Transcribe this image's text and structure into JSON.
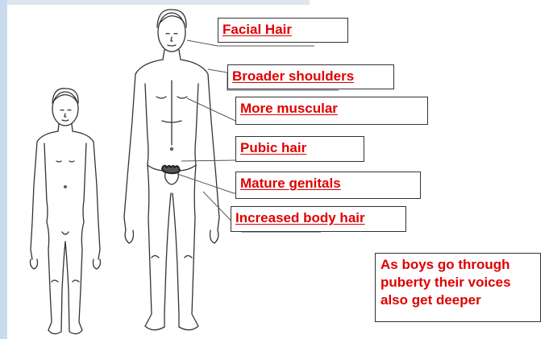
{
  "labels": [
    {
      "id": "facial-hair",
      "text": "Facial Hair"
    },
    {
      "id": "broader-shoulders",
      "text": "Broader shoulders"
    },
    {
      "id": "more-muscular",
      "text": "More muscular"
    },
    {
      "id": "pubic-hair",
      "text": "Pubic hair"
    },
    {
      "id": "mature-genitals",
      "text": "Mature genitals"
    },
    {
      "id": "increased-body-hair",
      "text": "Increased body hair"
    }
  ],
  "note": {
    "lines": [
      "As boys go through",
      "puberty their voices",
      "also get deeper"
    ]
  },
  "colors": {
    "label_text": "#e00000",
    "outline": "#333333",
    "accent_bar": "#c9dcef"
  }
}
